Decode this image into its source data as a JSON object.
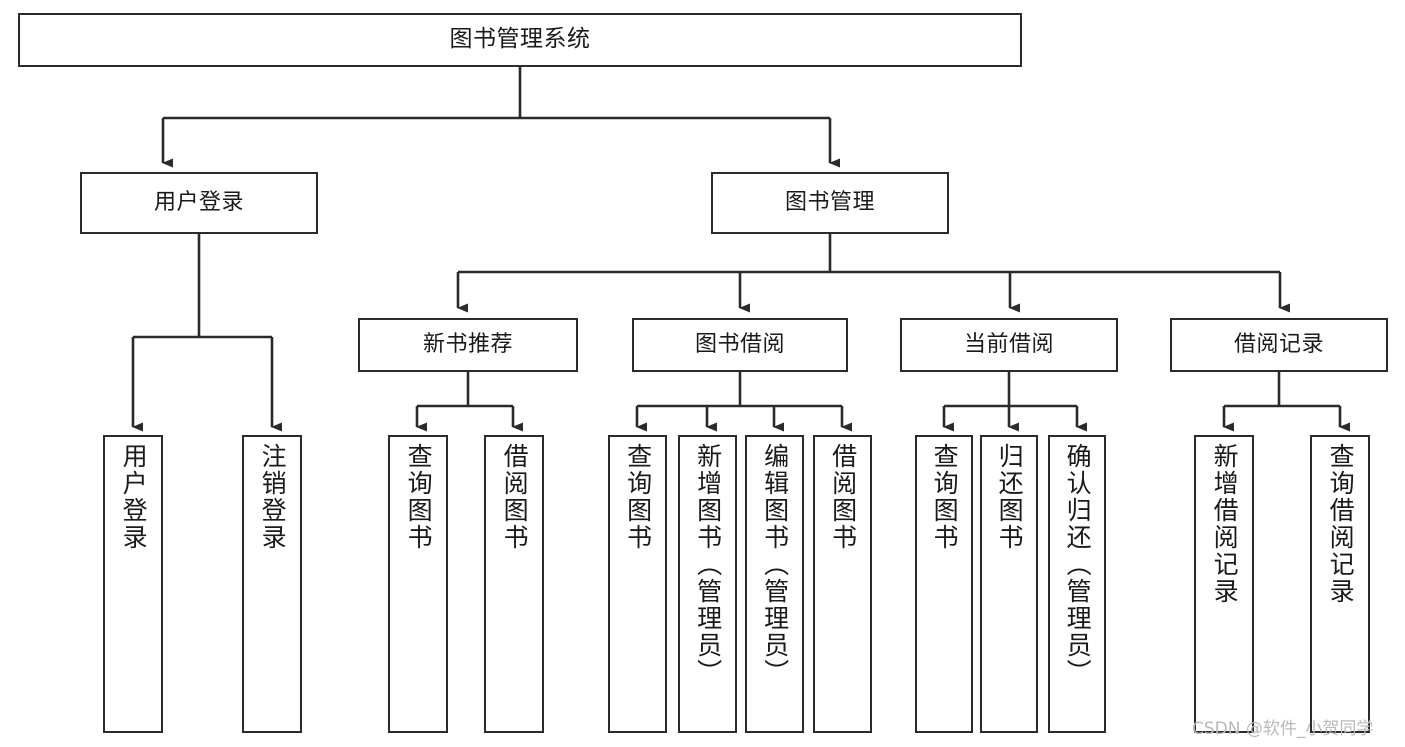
{
  "diagram": {
    "title": "图书管理系统",
    "type": "tree",
    "watermark": "CSDN @软件_小贺同学",
    "colors": {
      "background": "#ffffff",
      "box_border": "#2b2b2b",
      "box_fill": "#ffffff",
      "edge": "#2b2b2b",
      "text": "#1a1a1a",
      "watermark": "#b9b9b9"
    },
    "nodes": {
      "root": {
        "label": "图书管理系统"
      },
      "level1": [
        {
          "id": "user-login",
          "label": "用户登录"
        },
        {
          "id": "book-management",
          "label": "图书管理"
        }
      ],
      "level2": [
        {
          "id": "new-book-recommend",
          "label": "新书推荐"
        },
        {
          "id": "book-borrow",
          "label": "图书借阅"
        },
        {
          "id": "current-borrow",
          "label": "当前借阅"
        },
        {
          "id": "borrow-record",
          "label": "借阅记录"
        }
      ],
      "leaves": {
        "user-login": [
          {
            "id": "leaf-user-login",
            "label": "用户登录"
          },
          {
            "id": "leaf-logout",
            "label": "注销登录"
          }
        ],
        "new-book-recommend": [
          {
            "id": "leaf-query-books-1",
            "label": "查询图书"
          },
          {
            "id": "leaf-borrow-books-1",
            "label": "借阅图书"
          }
        ],
        "book-borrow": [
          {
            "id": "leaf-query-books-2",
            "label": "查询图书"
          },
          {
            "id": "leaf-add-book",
            "label": "新增图书（管理员）"
          },
          {
            "id": "leaf-edit-book",
            "label": "编辑图书（管理员）"
          },
          {
            "id": "leaf-borrow-books-2",
            "label": "借阅图书"
          }
        ],
        "current-borrow": [
          {
            "id": "leaf-query-books-3",
            "label": "查询图书"
          },
          {
            "id": "leaf-return-book",
            "label": "归还图书"
          },
          {
            "id": "leaf-confirm-return",
            "label": "确认归还（管理员）"
          }
        ],
        "borrow-record": [
          {
            "id": "leaf-add-record",
            "label": "新增借阅记录"
          },
          {
            "id": "leaf-query-record",
            "label": "查询借阅记录"
          }
        ]
      }
    }
  }
}
